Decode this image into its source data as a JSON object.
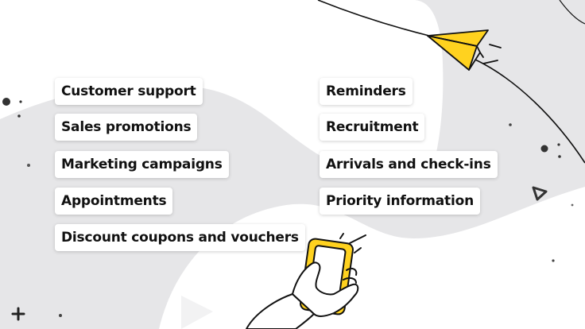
{
  "left_items": [
    {
      "label": "Customer support"
    },
    {
      "label": "Sales promotions"
    },
    {
      "label": "Marketing campaigns"
    },
    {
      "label": "Appointments"
    },
    {
      "label": "Discount coupons and vouchers"
    }
  ],
  "right_items": [
    {
      "label": "Reminders"
    },
    {
      "label": "Recruitment"
    },
    {
      "label": "Arrivals and check-ins"
    },
    {
      "label": "Priority information"
    }
  ],
  "colors": {
    "accent_yellow": "#ffd21f",
    "bg_gray": "#e6e6e8",
    "bg_gray_light": "#eeeeef",
    "ink": "#111111"
  },
  "icons": [
    "paper-plane-icon",
    "phone-in-hand-icon",
    "plus-icon",
    "triangle-icon",
    "play-icon"
  ]
}
